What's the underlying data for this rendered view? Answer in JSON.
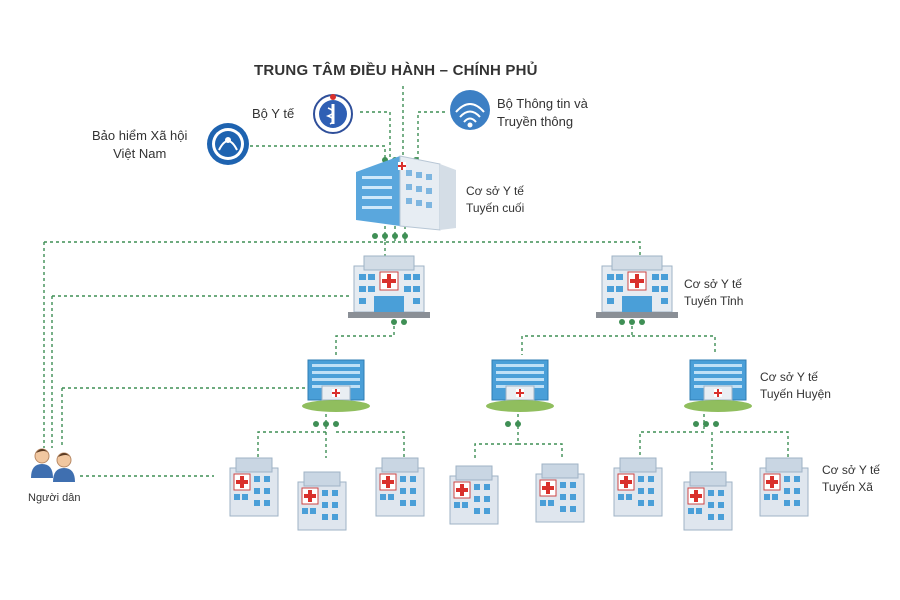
{
  "title": "TRUNG TÂM ĐIỀU HÀNH – CHÍNH PHỦ",
  "agencies": {
    "health_ministry": "Bộ Y tế",
    "info_ministry_line1": "Bộ Thông tin và",
    "info_ministry_line2": "Truyền thông",
    "insurance_line1": "Bảo hiểm Xã hội",
    "insurance_line2": "Việt Nam"
  },
  "tiers": {
    "final_line1": "Cơ sở Y tế",
    "final_line2": "Tuyến cuối",
    "province_line1": "Cơ sở Y tế",
    "province_line2": "Tuyến Tỉnh",
    "district_line1": "Cơ sở Y tế",
    "district_line2": "Tuyến Huyện",
    "commune_line1": "Cơ sở Y tế",
    "commune_line2": "Tuyến Xã"
  },
  "citizens": "Người dân",
  "colors": {
    "connector": "#3f8f55",
    "building_blue": "#4a9fd8",
    "building_light": "#e8eef4",
    "cross_red": "#d9302c",
    "grass": "#7cb342"
  }
}
